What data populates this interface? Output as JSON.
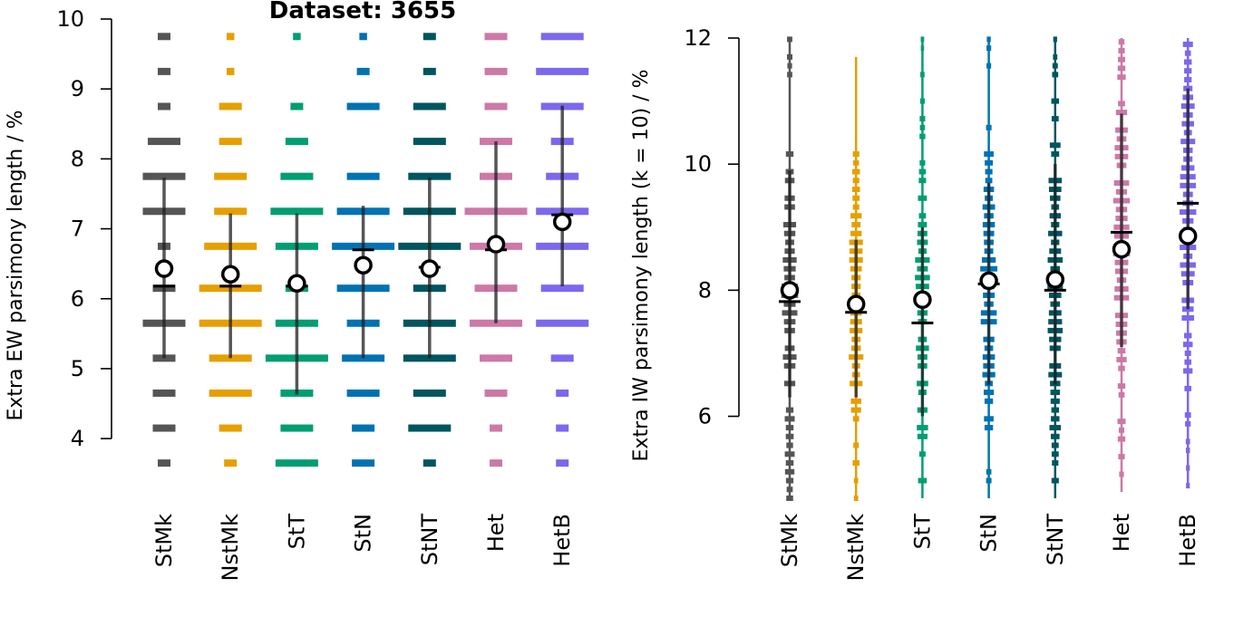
{
  "chart_data": [
    {
      "type": "scatter",
      "title": "Dataset: 3655",
      "ylabel": "Extra EW parsimony length / %",
      "ylim": [
        3.6,
        10.0
      ],
      "yticks": [
        4,
        5,
        6,
        7,
        8,
        9,
        10
      ],
      "ytick_labels": [
        "4",
        "5",
        "6",
        "7",
        "8",
        "9",
        "10"
      ],
      "categories": [
        "StMk",
        "NstMk",
        "StT",
        "StN",
        "StNT",
        "Het",
        "HetB"
      ],
      "colors": [
        "#555555",
        "#E69F00",
        "#009E73",
        "#0072B2",
        "#00555F",
        "#CC79A7",
        "#7B68EE"
      ],
      "levels": [
        3.65,
        4.15,
        4.65,
        5.15,
        5.65,
        6.15,
        6.75,
        7.25,
        7.75,
        8.25,
        8.75,
        9.25,
        9.75
      ],
      "series": [
        {
          "name": "StMk",
          "weights": [
            1,
            2,
            2,
            2,
            4,
            2,
            1,
            4,
            4,
            3,
            1,
            1,
            1
          ],
          "mean": 6.43,
          "median": 6.18,
          "whisker": [
            5.15,
            7.73
          ]
        },
        {
          "name": "NstMk",
          "weights": [
            1,
            2,
            4,
            4,
            6,
            6,
            5,
            3,
            3,
            2,
            2,
            0.5,
            0.5
          ],
          "mean": 6.35,
          "median": 6.18,
          "whisker": [
            5.15,
            7.22
          ]
        },
        {
          "name": "StT",
          "weights": [
            4,
            3,
            3,
            6,
            4,
            2,
            4,
            5,
            3,
            2,
            1,
            0,
            0.5
          ],
          "mean": 6.22,
          "median": 6.18,
          "whisker": [
            4.63,
            7.22
          ]
        },
        {
          "name": "StN",
          "weights": [
            2,
            2,
            3,
            4,
            3,
            5,
            6,
            5,
            3,
            0,
            3,
            1,
            0.5
          ],
          "mean": 6.48,
          "median": 6.7,
          "whisker": [
            5.15,
            7.33
          ]
        },
        {
          "name": "StNT",
          "weights": [
            1,
            4,
            3,
            5,
            5,
            3,
            6,
            5,
            4,
            3,
            3,
            1,
            1
          ],
          "mean": 6.43,
          "median": 6.45,
          "whisker": [
            5.15,
            7.73
          ]
        },
        {
          "name": "Het",
          "weights": [
            1,
            1,
            2,
            3,
            5,
            4,
            5,
            6,
            3,
            3,
            2,
            2,
            2
          ],
          "mean": 6.78,
          "median": 6.7,
          "whisker": [
            5.65,
            8.25
          ]
        },
        {
          "name": "HetB",
          "weights": [
            1,
            1,
            1,
            2,
            5,
            4,
            5,
            5,
            3,
            2,
            4,
            5,
            4
          ],
          "mean": 7.1,
          "median": 7.2,
          "whisker": [
            6.18,
            8.76
          ]
        }
      ]
    },
    {
      "type": "scatter",
      "ylabel": "Extra IW parsimony length (k = 10) / %",
      "ylim": [
        4.7,
        12.0
      ],
      "yticks": [
        6,
        8,
        10,
        12
      ],
      "ytick_labels": [
        "6",
        "8",
        "10",
        "12"
      ],
      "categories": [
        "StMk",
        "NstMk",
        "StT",
        "StN",
        "StNT",
        "Het",
        "HetB"
      ],
      "colors": [
        "#555555",
        "#E69F00",
        "#009E73",
        "#0072B2",
        "#00555F",
        "#CC79A7",
        "#7B68EE"
      ],
      "series": [
        {
          "name": "StMk",
          "range": [
            4.7,
            12.0
          ],
          "mean": 8.0,
          "median": 7.82,
          "whisker": [
            6.3,
            9.9
          ]
        },
        {
          "name": "NstMk",
          "range": [
            4.7,
            11.7
          ],
          "mean": 7.78,
          "median": 7.65,
          "whisker": [
            6.3,
            8.8
          ]
        },
        {
          "name": "StT",
          "range": [
            4.7,
            12.0
          ],
          "mean": 7.85,
          "median": 7.48,
          "whisker": [
            6.0,
            9.0
          ]
        },
        {
          "name": "StN",
          "range": [
            4.7,
            12.0
          ],
          "mean": 8.15,
          "median": 8.1,
          "whisker": [
            6.5,
            9.7
          ]
        },
        {
          "name": "StNT",
          "range": [
            4.7,
            12.0
          ],
          "mean": 8.17,
          "median": 8.0,
          "whisker": [
            6.5,
            10.0
          ]
        },
        {
          "name": "Het",
          "range": [
            4.8,
            12.0
          ],
          "mean": 8.65,
          "median": 8.92,
          "whisker": [
            7.1,
            10.8
          ]
        },
        {
          "name": "HetB",
          "range": [
            4.9,
            12.0
          ],
          "mean": 8.86,
          "median": 9.38,
          "whisker": [
            7.7,
            11.2
          ]
        }
      ]
    }
  ]
}
